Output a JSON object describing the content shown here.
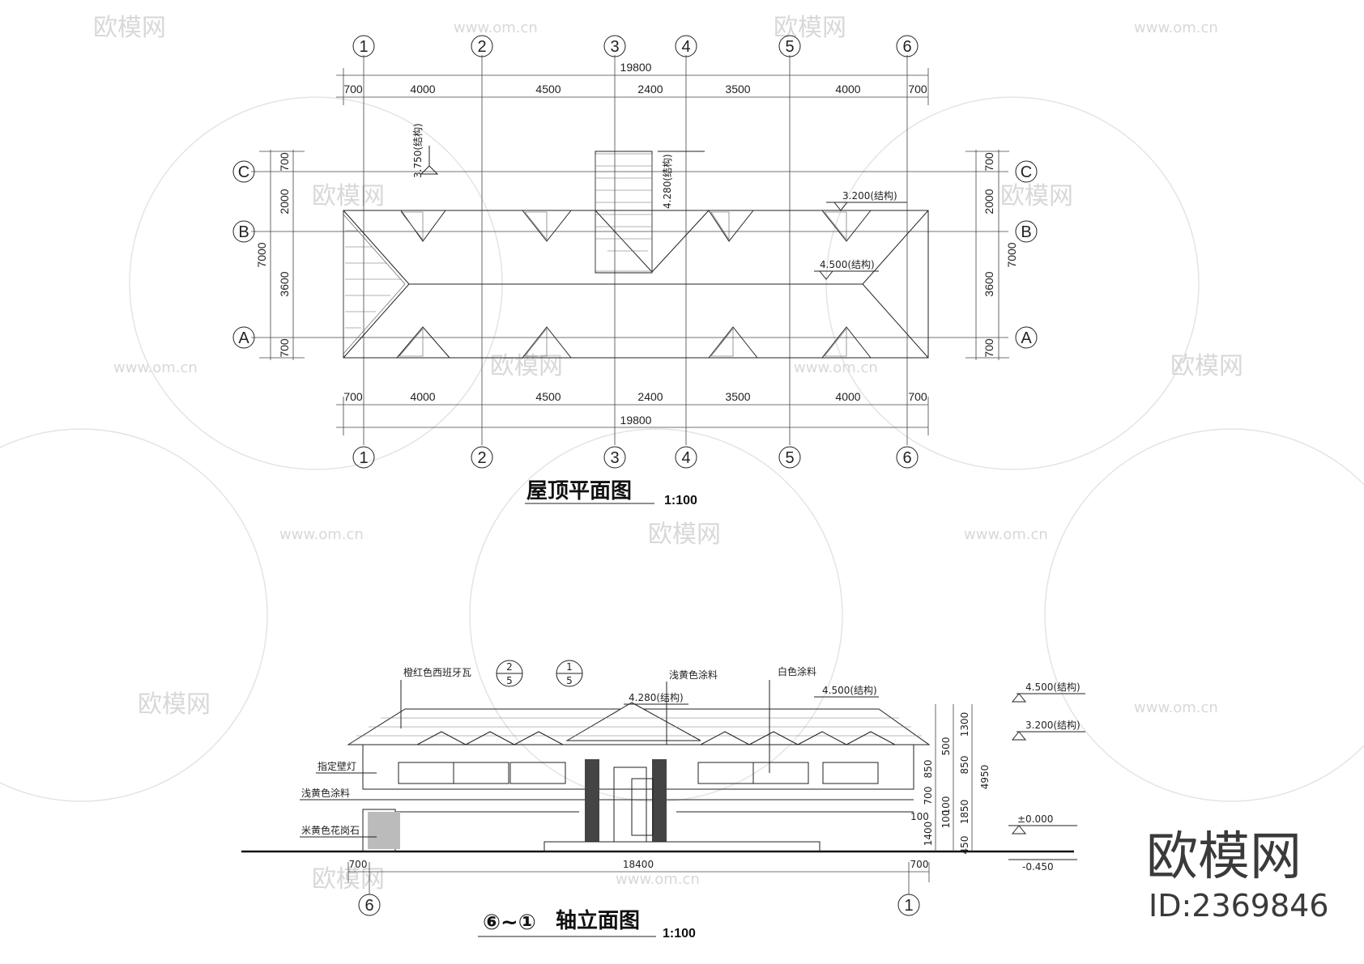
{
  "roof_plan": {
    "title": "屋顶平面图",
    "scale": "1:100",
    "axes_x": [
      "1",
      "2",
      "3",
      "4",
      "5",
      "6"
    ],
    "axes_y": [
      "C",
      "B",
      "A"
    ],
    "total_dim": "19800",
    "segment_dims": [
      "700",
      "4000",
      "4500",
      "2400",
      "3500",
      "4000",
      "700"
    ],
    "left_dims": [
      "700",
      "2000",
      "7000",
      "3600",
      "700"
    ],
    "right_dims": [
      "700",
      "2000",
      "7000",
      "3600",
      "700"
    ],
    "elev_notes": [
      "3.750(结构)",
      "4.280(结构)",
      "3.200(结构)",
      "4.500(结构)"
    ]
  },
  "elevation": {
    "title_prefix": "⑥~①",
    "title": "轴立面图",
    "scale": "1:100",
    "callouts": [
      "橙红色西班牙瓦",
      "浅黄色涂料",
      "白色涂料",
      "指定壁灯",
      "浅黄色涂料",
      "米黄色花岗石"
    ],
    "detail_refs": [
      {
        "top": "2",
        "bottom": "5"
      },
      {
        "top": "1",
        "bottom": "5"
      }
    ],
    "levels": [
      "4.500(结构)",
      "3.200(结构)",
      "±0.000",
      "-0.450",
      "4.280(结构)",
      "4.500(结构)"
    ],
    "vertical_dims": [
      "1300",
      "500",
      "850",
      "4950",
      "850",
      "700",
      "100",
      "100",
      "1850",
      "1400",
      "100",
      "450"
    ],
    "bottom_dims": [
      "700",
      "18400",
      "700"
    ],
    "bottom_axes": [
      "6",
      "1"
    ]
  },
  "watermark": {
    "site": "www.om.cn",
    "brand": "欧模网",
    "id": "ID:2369846"
  }
}
